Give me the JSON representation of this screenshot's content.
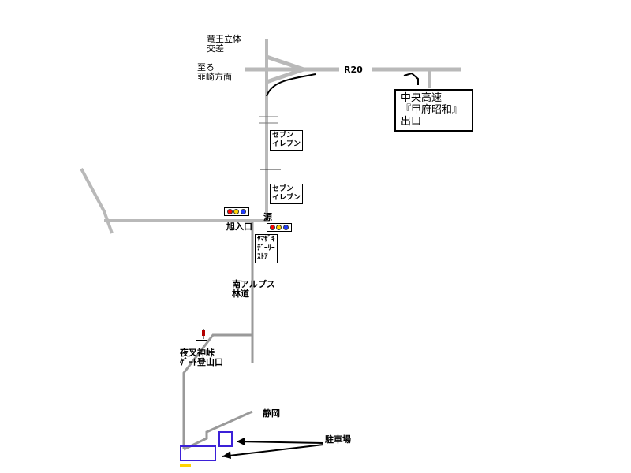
{
  "labels": {
    "ryuo_interchange": "竜王立体\n交差",
    "nirasaki_direction": "至る\n韮崎方面",
    "route": "R20",
    "highway_exit": "中央高速\n『甲府昭和』\n出口",
    "seven_eleven_1": "セブン\nイレブン",
    "seven_eleven_2": "セブン\nイレブン",
    "asahi_iriguchi": "旭入口",
    "minamoto": "源",
    "yamazaki_store": "ﾔﾏｻﾞｷ\nﾃﾞｰﾘｰ\nｽﾄｱ",
    "minami_alps_rindo": "南アルプス\n林道",
    "yashajin_pass_gate": "夜叉神峠\nｹﾞｰﾄ登山口",
    "shizuoka": "静岡",
    "parking": "駐車場"
  },
  "colors": {
    "road": "#b9b9b9",
    "road_dark": "#8c8c8c",
    "parking_box": "#3b20d8",
    "signal_red": "#ff0000",
    "signal_yellow": "#ffd400",
    "signal_blue": "#1f3cff"
  },
  "icons": [
    "traffic-signal-icon",
    "traffic-signal-icon",
    "flag-icon",
    "arrow-icon"
  ]
}
